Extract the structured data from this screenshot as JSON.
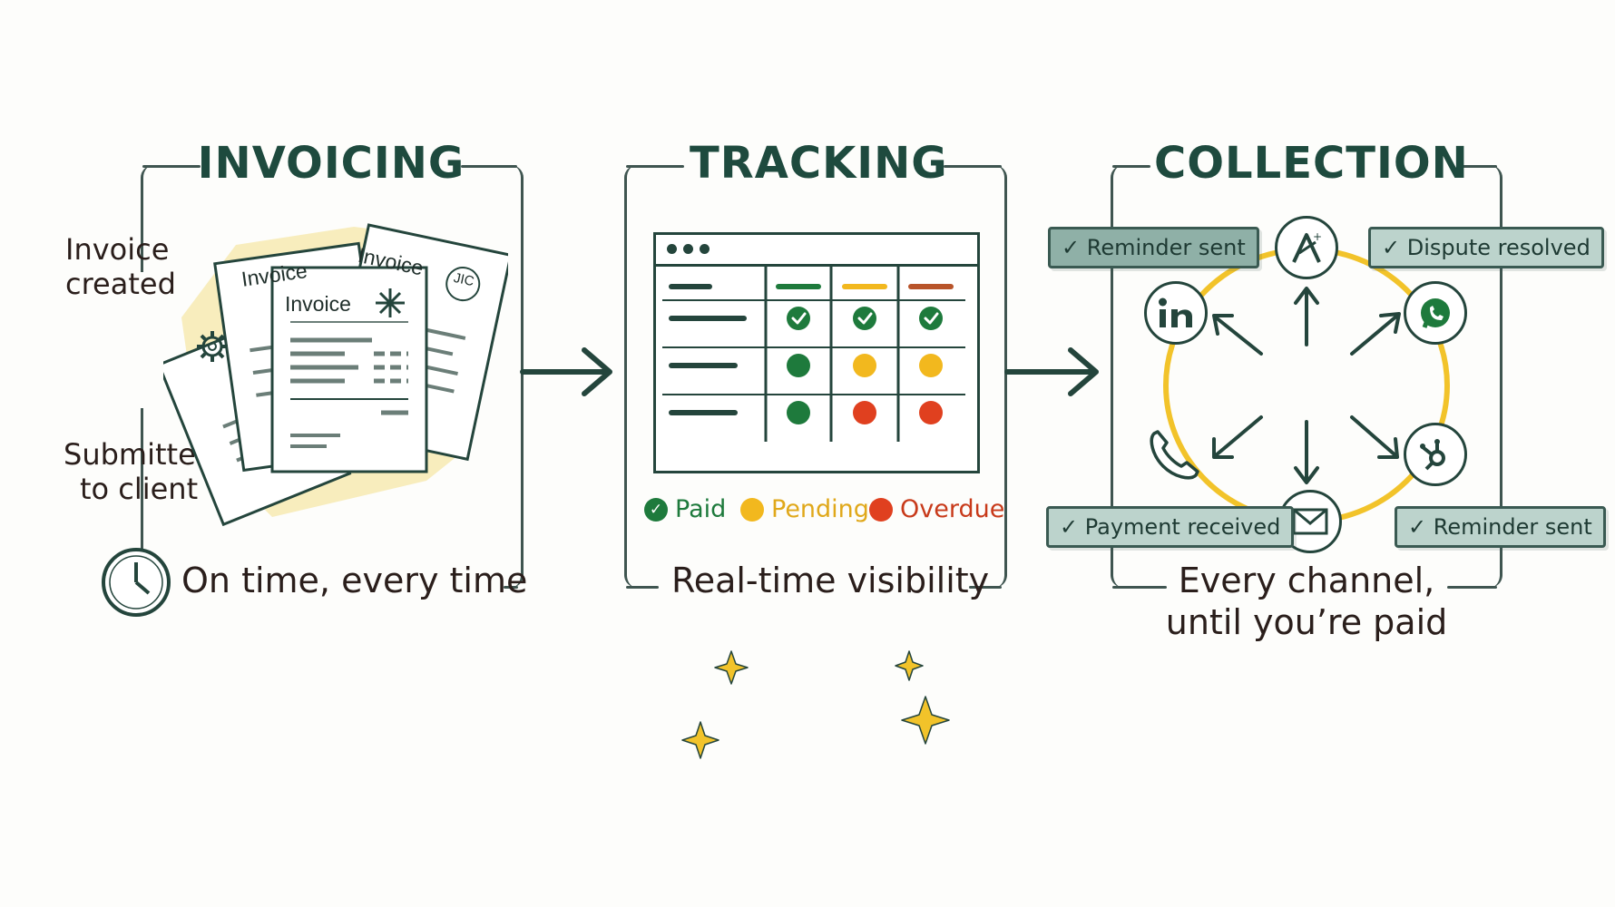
{
  "sections": {
    "invoicing": {
      "title": "INVOICING",
      "label_created": "Invoice\ncreated",
      "label_submitted": "Submitted\nto client",
      "caption": "On time, every time",
      "doc_front_title": "Invoice",
      "doc_mid_title": "Invoice",
      "doc_back_title": "Invoice",
      "doc_stamp": "JIC"
    },
    "tracking": {
      "title": "TRACKING",
      "caption": "Real-time visibility",
      "legend": [
        {
          "label": "Paid",
          "color": "#1e7a3c"
        },
        {
          "label": "Pending",
          "color": "#f2b81e"
        },
        {
          "label": "Overdue",
          "color": "#e0401f"
        }
      ],
      "grid_rows": [
        [
          "paid",
          "paid",
          "paid"
        ],
        [
          "paid",
          "pending",
          "pending"
        ],
        [
          "paid",
          "overdue",
          "overdue"
        ]
      ],
      "header_colors": [
        "#1e7a3c",
        "#f2b81e",
        "#b8542a"
      ]
    },
    "collection": {
      "title": "COLLECTION",
      "caption_line1": "Every channel,",
      "caption_line2": "until you’re paid",
      "tags": {
        "top_left": "✓ Reminder sent",
        "top_right": "✓ Dispute resolved",
        "bottom_left": "✓ Payment received",
        "bottom_right": "✓ Reminder sent"
      },
      "channels": [
        "brand-a-icon",
        "linkedin-icon",
        "whatsapp-icon",
        "phone-icon",
        "hubspot-icon",
        "email-icon"
      ]
    }
  },
  "colors": {
    "accent_green": "#1e4a3e",
    "paid": "#1e7a3c",
    "pending": "#f2b81e",
    "overdue": "#e0401f",
    "highlight_yellow": "#f6e7a8"
  }
}
